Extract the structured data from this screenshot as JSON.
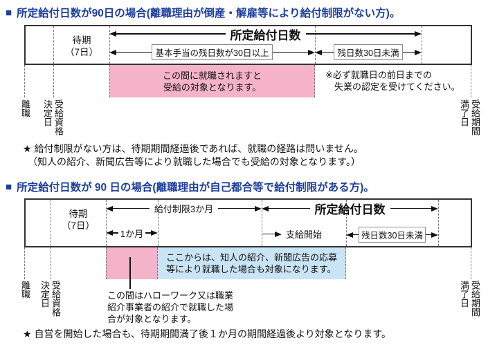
{
  "colors": {
    "heading_blue": "#1c3f9e",
    "pink_highlight": "#f4b3c9",
    "blue_highlight": "#c9e4f4",
    "timeline_border": "#333333"
  },
  "section1": {
    "bullet": "■",
    "heading": "所定給付日数が90日の場合(離職理由が倒産・解雇等により給付制限がない方)。",
    "timeline": {
      "waiting": "待期\n（7日）",
      "prescribed_days": "所定給付日数",
      "remaining_30_or_more": "基本手当の残日数が30日以上",
      "remaining_under_30": "残日数30日未満"
    },
    "pink_note": "この間に就職されますと\n受給の対象となります。",
    "caution_note": "※必ず就職日の前日までの\n　失業の認定を受けてください。",
    "axis_labels": {
      "separation": "離職",
      "decision": "受給資格\n決定日",
      "expiry": "受給期間\n満了日"
    },
    "footnote": "★ 給付制限がない方は、待期期間経過後であれば、就職の経路は問いません。\n　（知人の紹介、新聞広告等により就職した場合でも受給の対象となります。）"
  },
  "section2": {
    "bullet": "■",
    "heading": "所定給付日数が 90 日の場合(離職理由が自己都合等で給付制限がある方)。",
    "timeline": {
      "waiting": "待期\n（7日）",
      "restriction_3months": "給付制限3か月",
      "one_month": "1か月",
      "prescribed_days": "所定給付日数",
      "payment_start": "支給開始",
      "remaining_under_30": "残日数30日未満"
    },
    "blue_note": "ここからは、知人の紹介、新聞広告の応募\n等により就職した場合も対象になります。",
    "pink_pointer_note": "この間はハローワーク又は職業\n紹介事業者の紹介で就職した場\n合が対象となります。",
    "axis_labels": {
      "separation": "離職",
      "decision": "受給資格\n決定日",
      "expiry": "受給期間\n満了日"
    },
    "footnote": "★ 自営を開始した場合も、待期期間満了後１か月の期間経過後より対象となります。"
  }
}
